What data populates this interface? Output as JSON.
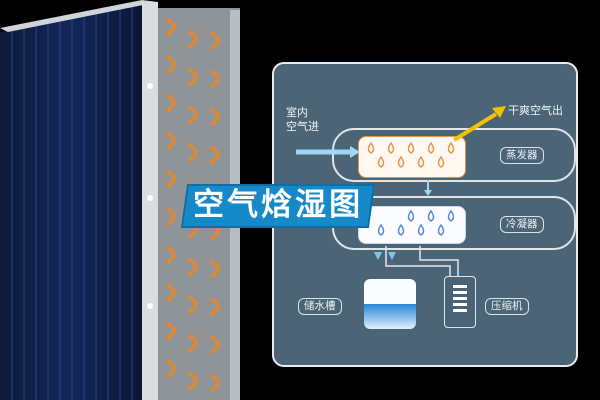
{
  "title": "空气焓湿图",
  "diagram": {
    "inlet_label_line1": "室内",
    "inlet_label_line2": "空气进",
    "outlet_label": "干爽空气出",
    "components": {
      "evaporator": "蒸发器",
      "condenser": "冷凝器",
      "water_tank": "储水槽",
      "compressor": "压缩机"
    },
    "colors": {
      "panel_bg": "#4b6577",
      "evaporator_drop": "#e8954a",
      "condenser_drop": "#5b86d4",
      "outlet_arrow": "#f2c200",
      "inlet_arrow": "#9fd8f0",
      "title_bg": "#1689c9"
    }
  },
  "image": {
    "left_object": "heat-exchanger-coil"
  }
}
